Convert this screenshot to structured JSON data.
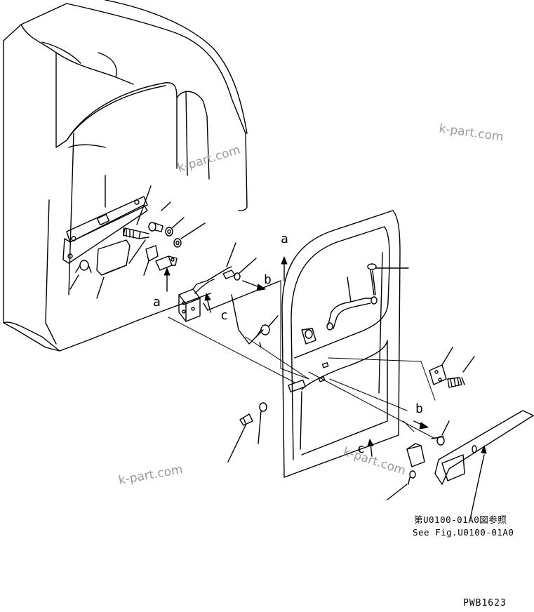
{
  "watermarks": [
    "k-part.com",
    "k-part.com",
    "k-part.com",
    "k-part.com"
  ],
  "view_labels": {
    "a_top": "a",
    "a_left": "a",
    "b_top": "b",
    "b_right": "b",
    "c_left": "c",
    "c_bottom": "c"
  },
  "reference_note": {
    "line1": "第U0100-01A0図参照",
    "line2": "See Fig.U0100-01A0"
  },
  "drawing_code": "PWB1623"
}
